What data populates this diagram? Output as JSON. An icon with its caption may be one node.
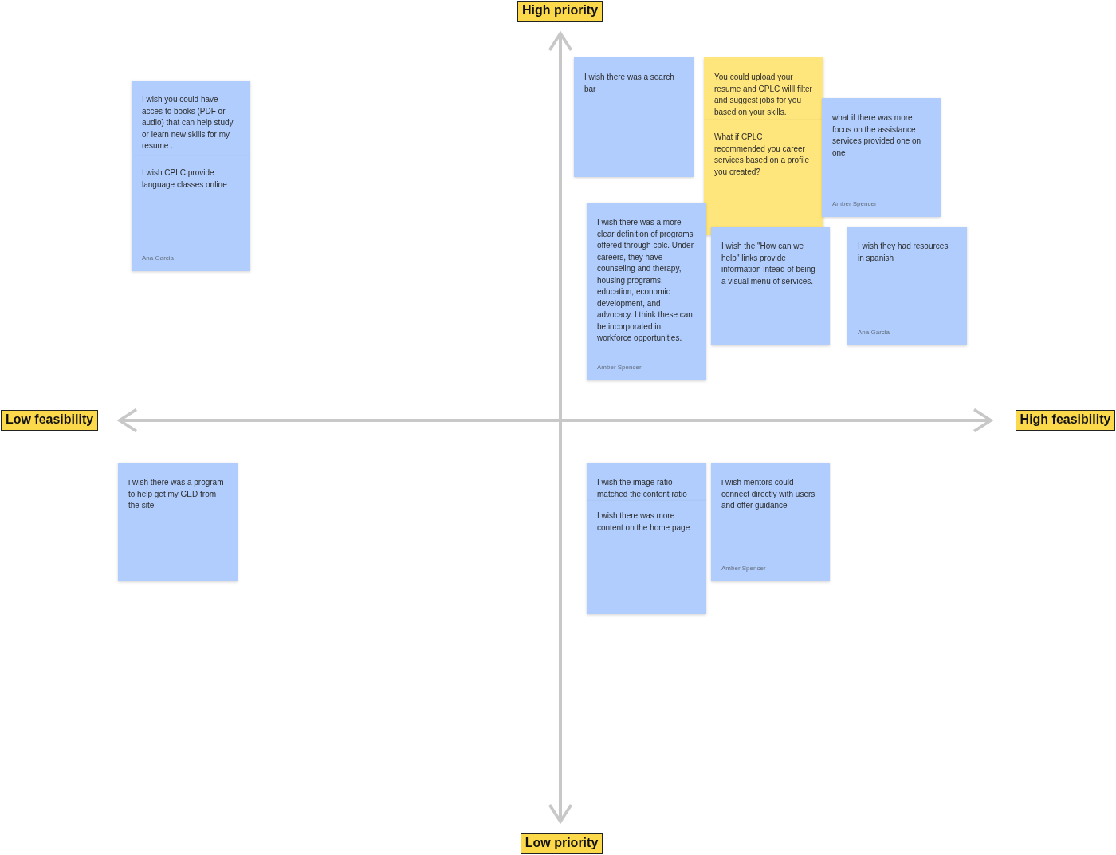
{
  "diagram": {
    "nodes": [
      {
        "text": [
          "I wish you could have acces to books (PDF or audio) that can help study or learn new skills for my resume ."
        ]
      },
      {
        "text": [
          "I wish CPLC provide language classes online",
          "Ana Garcia"
        ]
      },
      {
        "text": [
          "I wish there was a search bar"
        ]
      },
      {
        "text": [
          "You could upload your resume and CPLC willl filter and suggest jobs for you based on your skills."
        ]
      },
      {
        "text": [
          "What if CPLC recommended you career services based on a profile you created?"
        ]
      },
      {
        "text": [
          "what if there was more focus on the assistance services provided one on one",
          "Amber Spencer"
        ]
      },
      {
        "text": [
          "I wish there was a more clear definition of programs offered through cplc. Under careers, they have counseling and therapy, housing programs, education, economic development, and  advocacy. I think these can be incorporated in workforce opportunities.",
          "Amber Spencer"
        ]
      },
      {
        "text": [
          "I wish the \"How can we help\" links provide information intead of being a visual menu of services."
        ]
      },
      {
        "text": [
          "I wish they had resources in spanish",
          "Ana Garcia"
        ]
      },
      {
        "text": [
          "i wish there was a program to help get my GED from the site"
        ]
      },
      {
        "text": [
          "I wish the image ratio matched the content ratio"
        ]
      },
      {
        "text": [
          "I wish there was more content on the home page"
        ]
      },
      {
        "text": [
          "i wish mentors could connect directly with users and offer guidance",
          "Amber Spencer"
        ]
      }
    ],
    "edges": [],
    "labels": [
      "High priority",
      "Low feasibility",
      "High feasibility",
      "Low priority"
    ]
  }
}
